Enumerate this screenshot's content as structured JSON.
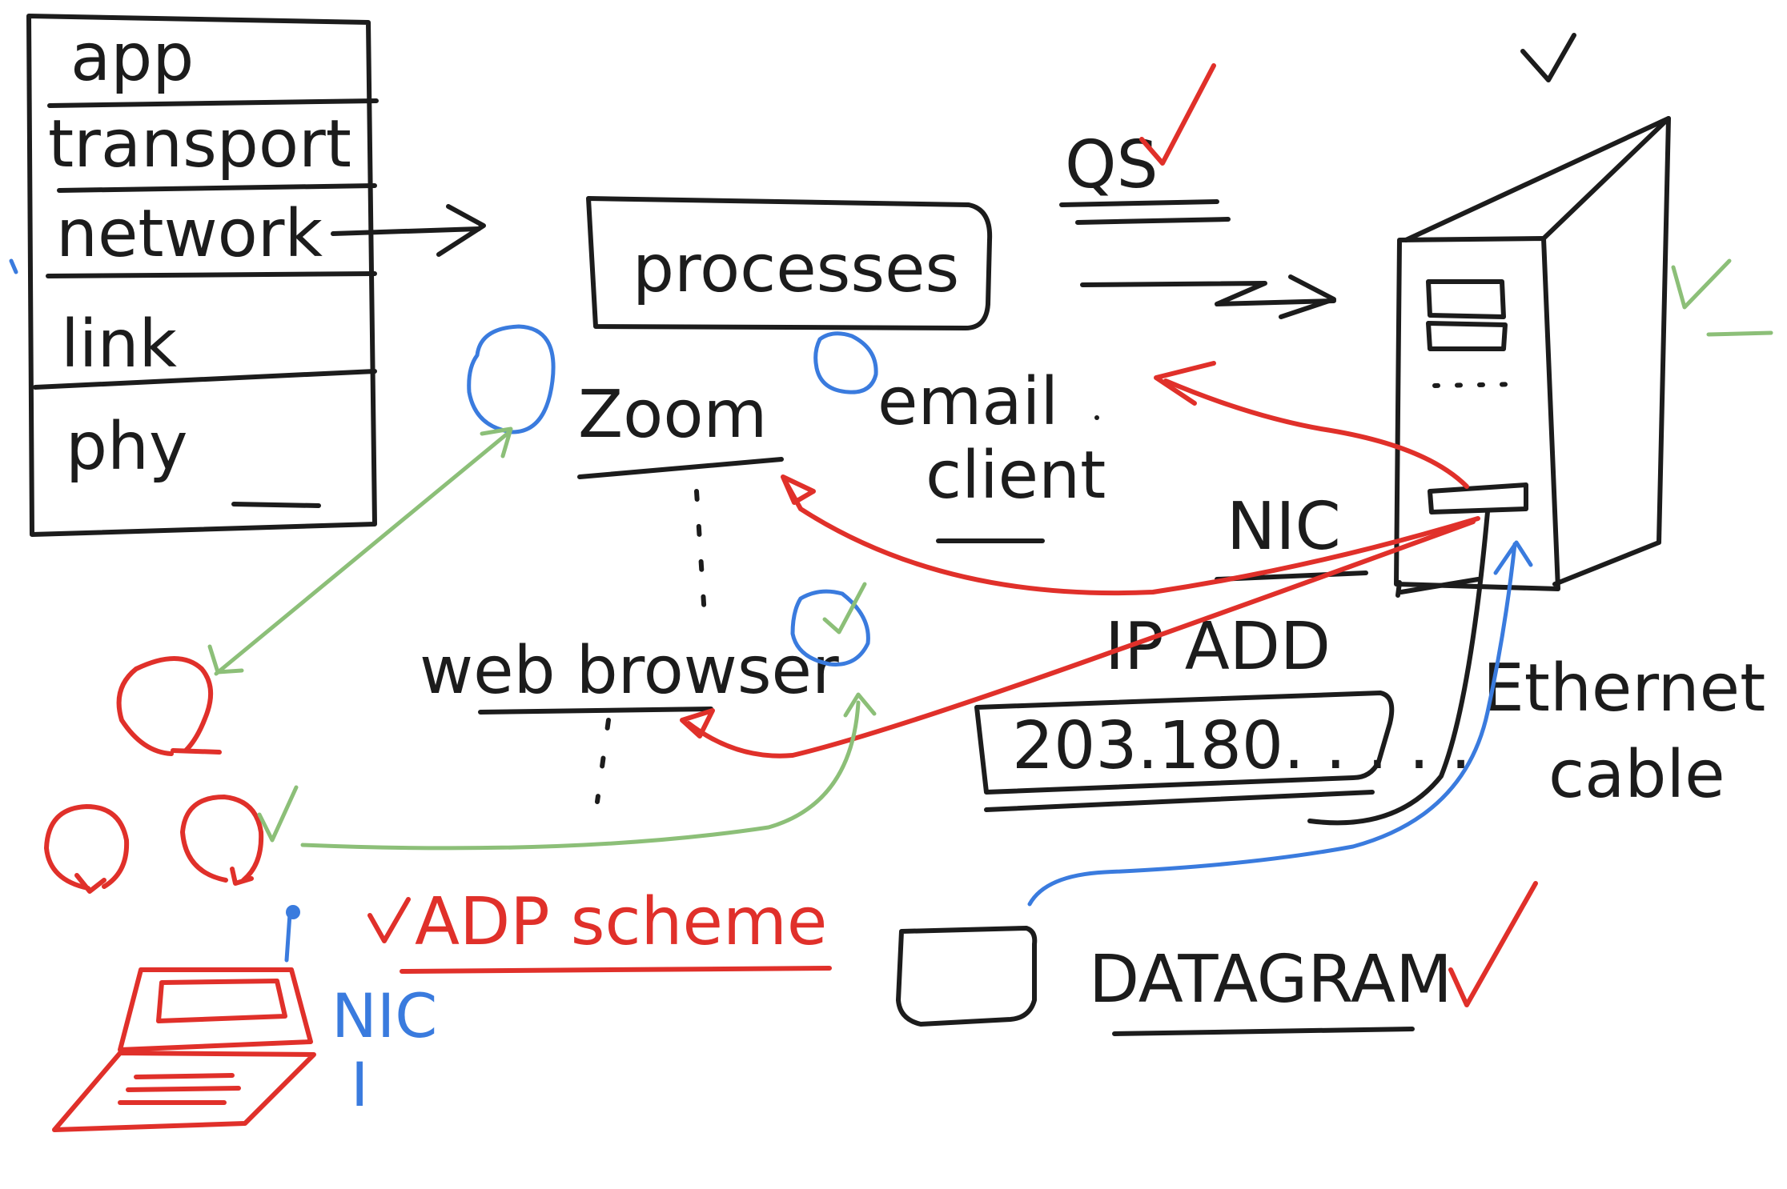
{
  "colors": {
    "ink": "#1c1c1c",
    "red": "#e0302a",
    "green": "#8cbf78",
    "blue": "#3a7bde",
    "background": "#ffffff"
  },
  "layers": [
    "app",
    "transport",
    "network",
    "link",
    "phy"
  ],
  "processes_label": "processes",
  "apps": {
    "zoom": "Zoom",
    "email_line1": "email",
    "email_line2": "client",
    "browser": "web browser"
  },
  "server": {
    "nic_label": "NIC",
    "ip_heading": "IP ADD",
    "ip_value": "203.180. . . . ."
  },
  "cable": {
    "line1": "Ethernet",
    "line2": "cable"
  },
  "qs_label": "QS",
  "app_scheme_label": "ADP scheme",
  "datagram_label": "DATAGRAM",
  "laptop": {
    "nic_label": "NIC",
    "nic_mark": "I"
  },
  "icons": [
    "check-icon",
    "server-icon",
    "laptop-icon",
    "person-icon",
    "process-circle-icon",
    "arrow-icon"
  ]
}
